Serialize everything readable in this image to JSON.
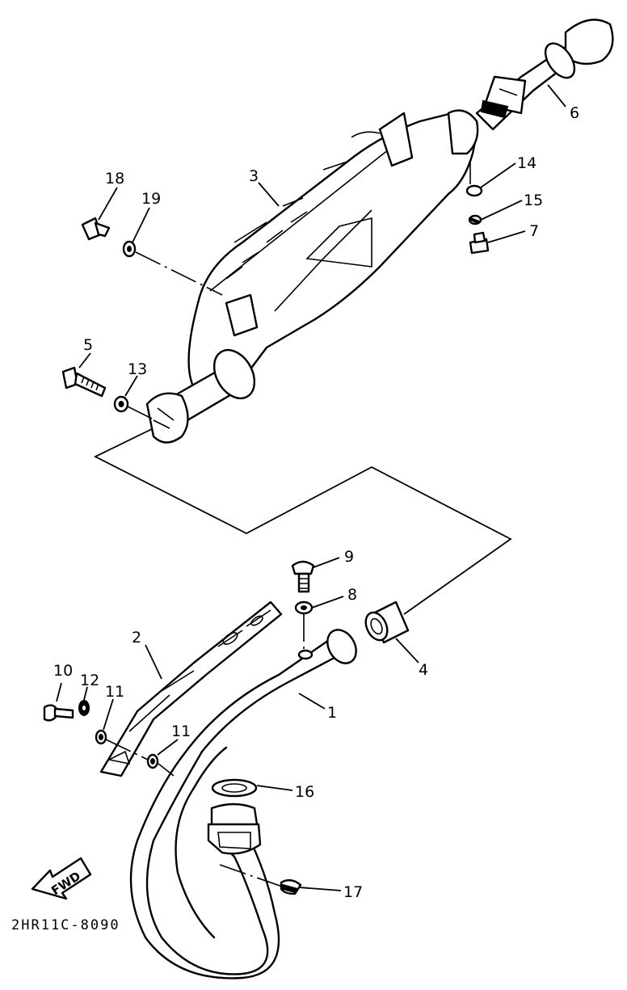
{
  "diagram": {
    "labels": {
      "p1": "1",
      "p2": "2",
      "p3": "3",
      "p4": "4",
      "p5": "5",
      "p6": "6",
      "p7": "7",
      "p8": "8",
      "p9": "9",
      "p10": "10",
      "p11a": "11",
      "p11b": "11",
      "p12": "12",
      "p13": "13",
      "p14": "14",
      "p15": "15",
      "p16": "16",
      "p17": "17",
      "p18": "18",
      "p19": "19"
    },
    "fwd_label": "FWD",
    "drawing_code": "2HR11C-8090"
  }
}
